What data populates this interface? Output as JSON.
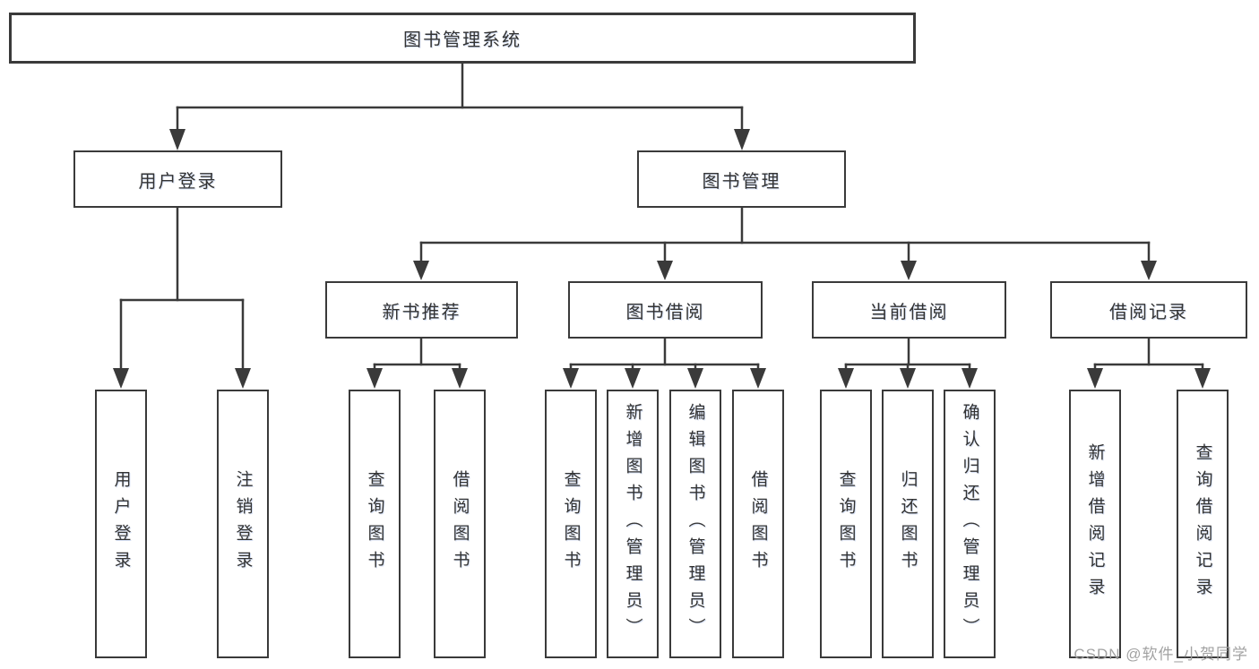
{
  "tree": {
    "label": "图书管理系统",
    "children": [
      {
        "label": "用户登录",
        "children": [
          {
            "label": "用户登录"
          },
          {
            "label": "注销登录"
          }
        ]
      },
      {
        "label": "图书管理",
        "children": [
          {
            "label": "新书推荐",
            "children": [
              {
                "label": "查询图书"
              },
              {
                "label": "借阅图书"
              }
            ]
          },
          {
            "label": "图书借阅",
            "children": [
              {
                "label": "查询图书"
              },
              {
                "label": "新增图书（管理员）"
              },
              {
                "label": "编辑图书（管理员）"
              },
              {
                "label": "借阅图书"
              }
            ]
          },
          {
            "label": "当前借阅",
            "children": [
              {
                "label": "查询图书"
              },
              {
                "label": "归还图书"
              },
              {
                "label": "确认归还（管理员）"
              }
            ]
          },
          {
            "label": "借阅记录",
            "children": [
              {
                "label": "新增借阅记录"
              },
              {
                "label": "查询借阅记录"
              }
            ]
          }
        ]
      }
    ]
  },
  "watermark": {
    "text": "CSDN @软件_小贺同学"
  },
  "colors": {
    "line": "#3a3a3a",
    "text": "#333333",
    "background": "#ffffff",
    "watermark": "#9e9e9e"
  }
}
